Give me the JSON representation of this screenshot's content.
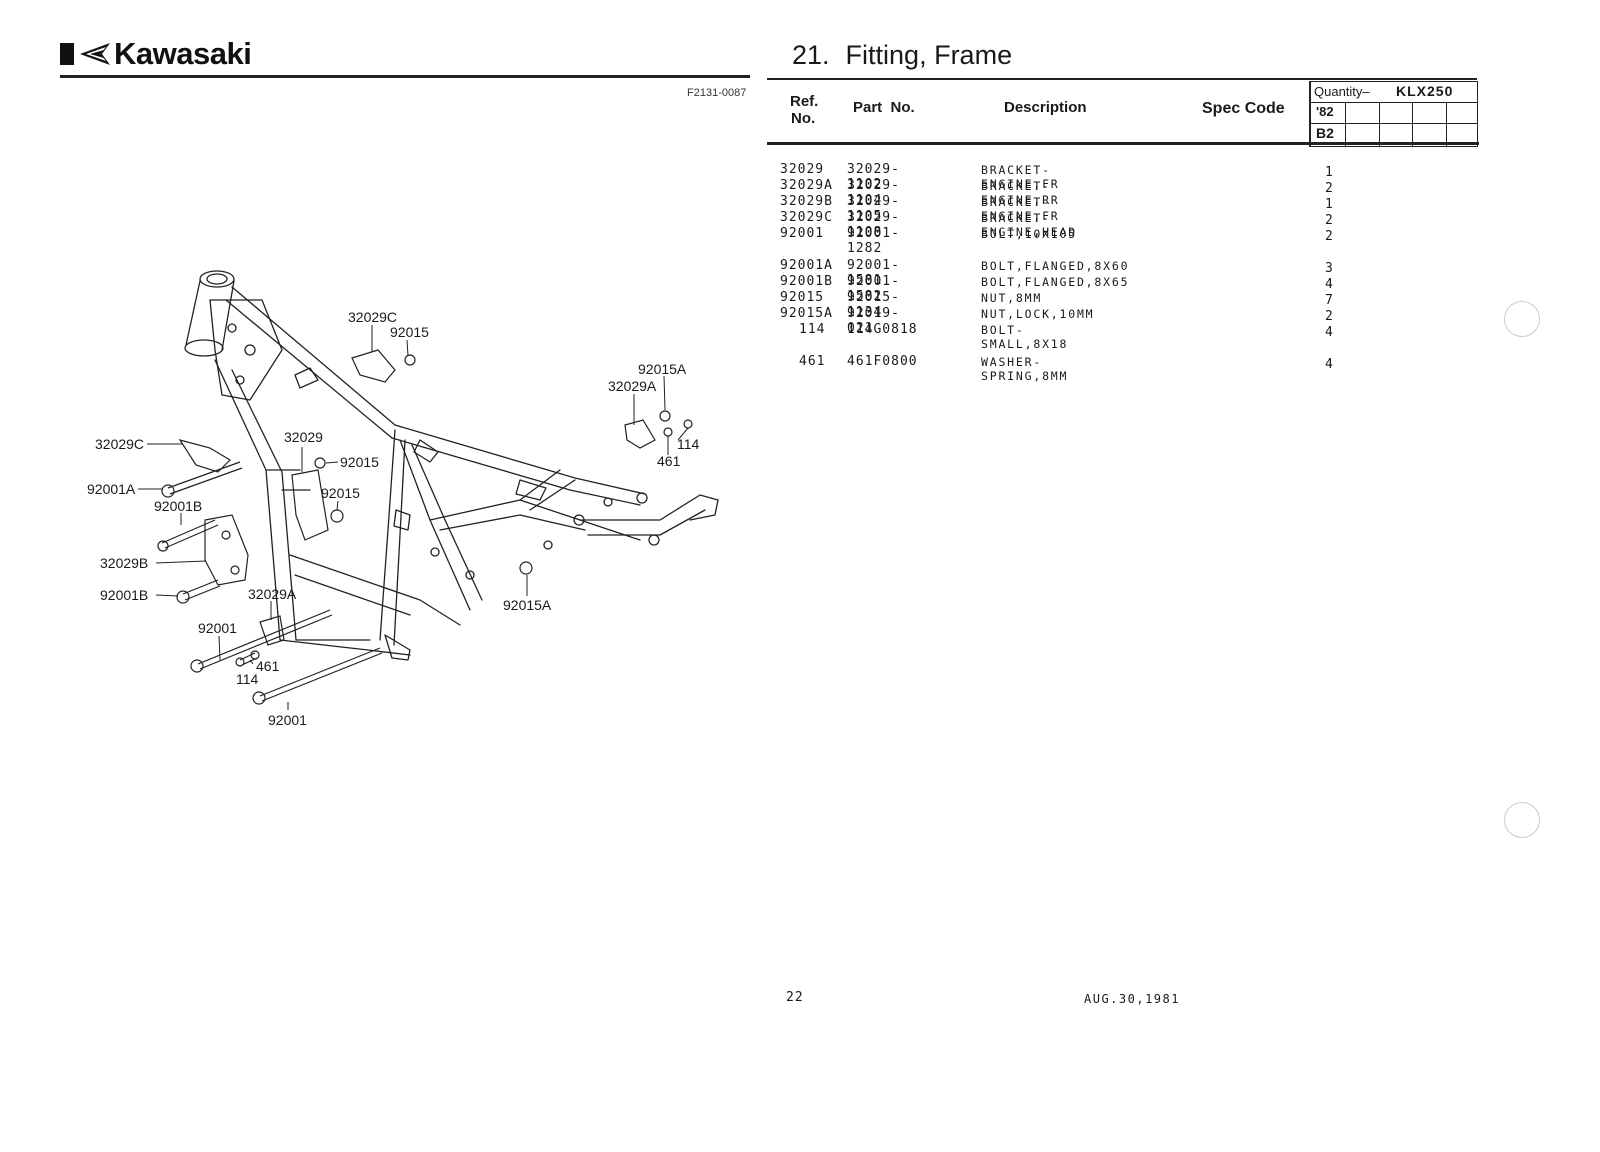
{
  "brand": {
    "name": "Kawasaki"
  },
  "figure_code": "F2131-0087",
  "title": {
    "number": "21.",
    "text": "Fitting, Frame"
  },
  "table_header": {
    "ref_line1": "Ref.",
    "ref_line2": "No.",
    "part_no": "Part  No.",
    "description": "Description",
    "spec_code": "Spec Code",
    "quantity_label": "Quantity–",
    "model": "KLX250",
    "year": "'82",
    "code": "B2"
  },
  "parts": [
    {
      "ref": "32029",
      "part_no": "32029-1102",
      "description": "BRACKET-ENGINE,FR",
      "qty": "1"
    },
    {
      "ref": "32029A",
      "part_no": "32029-1104",
      "description": "BRACKET-ENGINE,RR",
      "qty": "2"
    },
    {
      "ref": "32029B",
      "part_no": "32029-1105",
      "description": "BRACKET-ENGINE,FR",
      "qty": "1"
    },
    {
      "ref": "32029C",
      "part_no": "32029-1108",
      "description": "BRACKET-ENGINE,HEAD",
      "qty": "2"
    },
    {
      "ref": "92001",
      "part_no": "92001-1282",
      "description": "BOLT,10X105",
      "qty": "2"
    },
    {
      "ref": "92001A",
      "part_no": "92001-1581",
      "description": "BOLT,FLANGED,8X60",
      "qty": "3"
    },
    {
      "ref": "92001B",
      "part_no": "92001-1582",
      "description": "BOLT,FLANGED,8X65",
      "qty": "4"
    },
    {
      "ref": "92015",
      "part_no": "92015-1134",
      "description": "NUT,8MM",
      "qty": "7"
    },
    {
      "ref": "92015A",
      "part_no": "92019-021",
      "description": "NUT,LOCK,10MM",
      "qty": "2"
    },
    {
      "ref": "114",
      "part_no": "114G0818",
      "description": "BOLT-SMALL,8X18",
      "qty": "4"
    },
    {
      "ref": "461",
      "part_no": "461F0800",
      "description": "WASHER-SPRING,8MM",
      "qty": "4"
    }
  ],
  "diagram_labels": {
    "l1": "32029C",
    "l2": "92015",
    "l3": "92015A",
    "l4": "32029A",
    "l5": "114",
    "l6": "461",
    "l7": "32029C",
    "l8": "32029",
    "l9": "92015",
    "l10": "92001A",
    "l11": "92001B",
    "l12": "92015",
    "l13": "32029B",
    "l14": "92001B",
    "l15": "32029A",
    "l16": "92015A",
    "l17": "92001",
    "l18": "461",
    "l19": "114",
    "l20": "92001"
  },
  "footer": {
    "page": "22",
    "date": "AUG.30,1981"
  }
}
